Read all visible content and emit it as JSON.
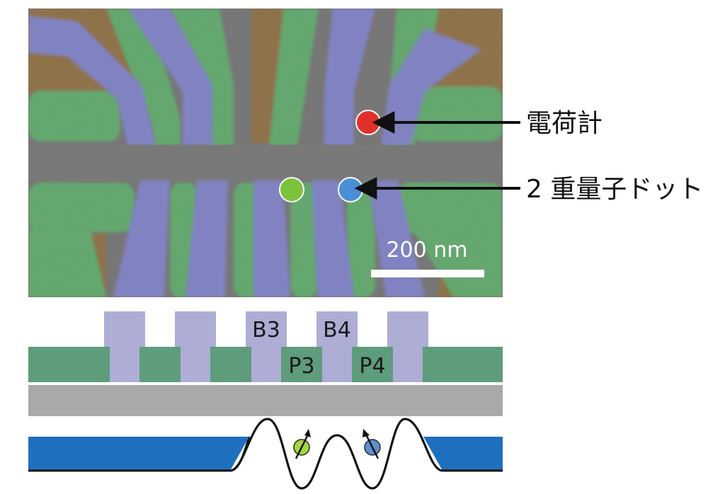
{
  "micrograph": {
    "scale_bar_label": "200 nm",
    "charge_sensor_dot_color": "#e0302a",
    "qubit_dot_left_color": "#7cc23a",
    "qubit_dot_right_color": "#4a8fd6",
    "colors": {
      "substrate": "#6f6f6f",
      "green_gate": "#5aa566",
      "purple_gate": "#7a7cc2",
      "brown_layer": "#8a6a3e"
    }
  },
  "annotations": {
    "charge_sensor": "電荷計",
    "double_quantum_dot": "2 重量子ドット"
  },
  "cross_section": {
    "gate_labels": {
      "b3": "B3",
      "b4": "B4",
      "p3": "P3",
      "p4": "P4"
    },
    "colors": {
      "barrier_gate": "#adadd6",
      "plunger_gate": "#5e9c7b",
      "oxide": "#a9a9a9",
      "band": "#1f6fbf",
      "spin_left": "#a4d63d",
      "spin_right": "#5b8fcf"
    }
  }
}
